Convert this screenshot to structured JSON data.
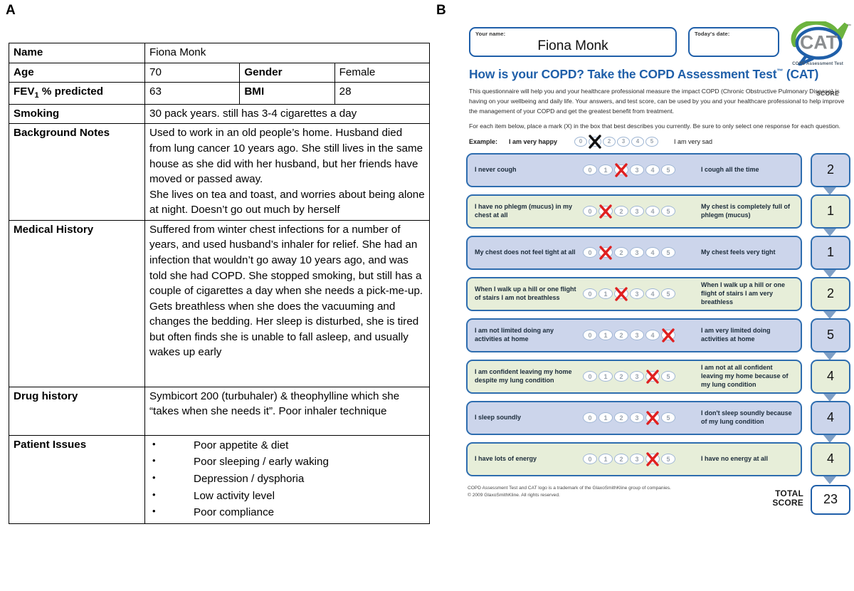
{
  "panels": {
    "a_label": "A",
    "b_label": "B"
  },
  "patient_table": {
    "rows": [
      {
        "label": "Name",
        "value": "Fiona Monk"
      },
      {
        "label": "Age",
        "value": "70",
        "sub_label": "Gender",
        "sub_value": "Female"
      },
      {
        "label": "FEV",
        "label_sub": "1",
        "label_rest": " % predicted",
        "value": "63",
        "sub_label": "BMI",
        "sub_value": "28"
      },
      {
        "label": "Smoking",
        "value": "30 pack years. still has 3-4 cigarettes a day"
      },
      {
        "label": "Background Notes",
        "value": "Used to work in an old people’s home. Husband died from lung cancer 10 years ago. She still lives in the same house as she did with her husband, but her friends have moved or passed away.\nShe lives on tea and toast, and worries about being alone at night. Doesn’t go out much by herself"
      },
      {
        "label": "Medical History",
        "value": "Suffered from winter chest infections for a number of years, and used husband’s inhaler for relief. She had an infection that wouldn’t go away 10 years ago, and was told she had COPD. She stopped smoking, but still has a couple of cigarettes a day when she needs a pick-me-up.\nGets breathless when she does the vacuuming and changes the bedding. Her sleep is disturbed, she is tired but often finds she is unable to fall asleep, and usually wakes up early"
      },
      {
        "label": "Drug history",
        "value": "Symbicort 200 (turbuhaler) & theophylline which she “takes when she needs it”. Poor inhaler technique"
      },
      {
        "label": "Patient Issues",
        "items": [
          "Poor appetite & diet",
          "Poor sleeping / early waking",
          "Depression / dysphoria",
          "Low activity level",
          "Poor compliance"
        ]
      }
    ]
  },
  "cat_form": {
    "name_caption": "Your name:",
    "name_value": "Fiona Monk",
    "date_caption": "Today's date:",
    "date_value": "",
    "logo_text": "CAT",
    "logo_tm": "™",
    "logo_caption": "COPD Assessment Test",
    "title": "How is your COPD? Take the COPD Assessment Test",
    "title_tm": "™",
    "title_suffix": " (CAT)",
    "intro_paragraph_1": "This questionnaire will help you and your healthcare professional measure the impact COPD (Chronic Obstructive Pulmonary Disease) is having on your wellbeing and daily life. Your answers, and test score, can be used by you and your healthcare professional to help improve the management of your COPD and get the greatest benefit from treatment.",
    "intro_paragraph_2": "For each item below, place a mark (X) in the box that best describes you currently. Be sure to only select one response for each question.",
    "example": {
      "label": "Example:",
      "left_text": "I am very happy",
      "right_text": "I am very sad",
      "options": [
        "0",
        "1",
        "2",
        "3",
        "4",
        "5"
      ],
      "marked": 1,
      "mark_color": "#111111"
    },
    "score_header": "SCORE",
    "options": [
      "0",
      "1",
      "2",
      "3",
      "4",
      "5"
    ],
    "mark_color": "#e02020",
    "questions": [
      {
        "left": "I never cough",
        "right": "I cough all the time",
        "marked": 2,
        "score": "2",
        "tone": "blue"
      },
      {
        "left": "I have no phlegm (mucus) in my chest at all",
        "right": "My chest is completely full of phlegm (mucus)",
        "marked": 1,
        "score": "1",
        "tone": "green"
      },
      {
        "left": "My chest does not feel tight at all",
        "right": "My chest feels very tight",
        "marked": 1,
        "score": "1",
        "tone": "blue"
      },
      {
        "left": "When I walk up a hill or one flight of stairs I am not breathless",
        "right": "When I walk up a hill or one flight of stairs I am very breathless",
        "marked": 2,
        "score": "2",
        "tone": "green"
      },
      {
        "left": "I am not limited doing any activities at home",
        "right": "I am very limited doing activities at home",
        "marked": 5,
        "score": "5",
        "tone": "blue"
      },
      {
        "left": "I am confident leaving my home despite my lung condition",
        "right": "I am not at all confident leaving my home because of my lung condition",
        "marked": 4,
        "score": "4",
        "tone": "green"
      },
      {
        "left": "I sleep soundly",
        "right": "I don't sleep soundly because of my lung condition",
        "marked": 4,
        "score": "4",
        "tone": "blue"
      },
      {
        "left": "I have lots of energy",
        "right": "I have no energy at all",
        "marked": 4,
        "score": "4",
        "tone": "green"
      }
    ],
    "footer_note": "COPD Assessment Test and CAT logo is a trademark of the GlaxoSmithKline group of companies.\n© 2009 GlaxoSmithKline. All rights reserved.",
    "total_label_line1": "TOTAL",
    "total_label_line2": "SCORE",
    "total_score": "23"
  },
  "colors": {
    "brand_blue": "#1f5fa9",
    "row_blue_fill": "#ccd5eb",
    "row_green_fill": "#e7eed9",
    "row_border": "#2e6daf",
    "mark_red": "#e02020",
    "arrow": "#7e9fc6",
    "logo_green": "#6cb33f",
    "logo_gray": "#8a8d8f"
  }
}
